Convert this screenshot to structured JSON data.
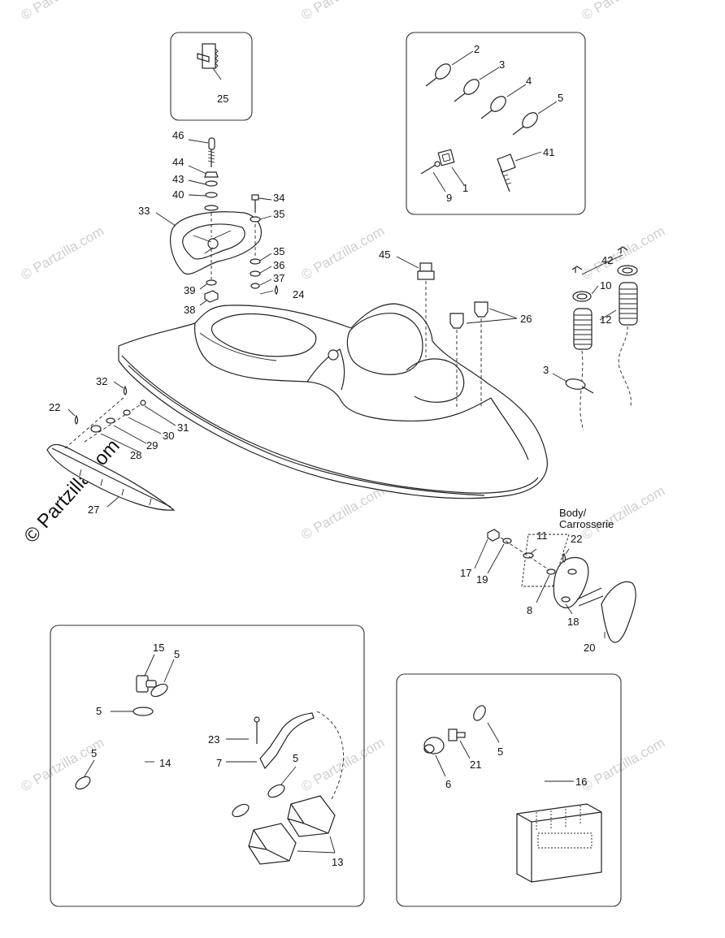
{
  "callouts": {
    "c25": "25",
    "c2": "2",
    "c3a": "3",
    "c4": "4",
    "c5a": "5",
    "c41": "41",
    "c1": "1",
    "c9": "9",
    "c46": "46",
    "c44": "44",
    "c43": "43",
    "c40": "40",
    "c33": "33",
    "c39": "39",
    "c38": "38",
    "c34": "34",
    "c35a": "35",
    "c35b": "35",
    "c36": "36",
    "c37": "37",
    "c24": "24",
    "c45": "45",
    "c26": "26",
    "c42": "42",
    "c10": "10",
    "c12": "12",
    "c3b": "3",
    "c32": "32",
    "c22a": "22",
    "c31": "31",
    "c30": "30",
    "c29": "29",
    "c28": "28",
    "c27": "27",
    "c11": "11",
    "c22b": "22",
    "c17": "17",
    "c19": "19",
    "c8": "8",
    "c18": "18",
    "c20": "20",
    "c15": "15",
    "c5b": "5",
    "c5c": "5",
    "c5d": "5",
    "c5e": "5",
    "c23": "23",
    "c7": "7",
    "c14": "14",
    "c13": "13",
    "c5f": "5",
    "c21": "21",
    "c6": "6",
    "c16": "16"
  },
  "body_label": {
    "line1": "Body/",
    "line2": "Carrosserie"
  },
  "watermark": {
    "text": "© Partzilla.com"
  }
}
